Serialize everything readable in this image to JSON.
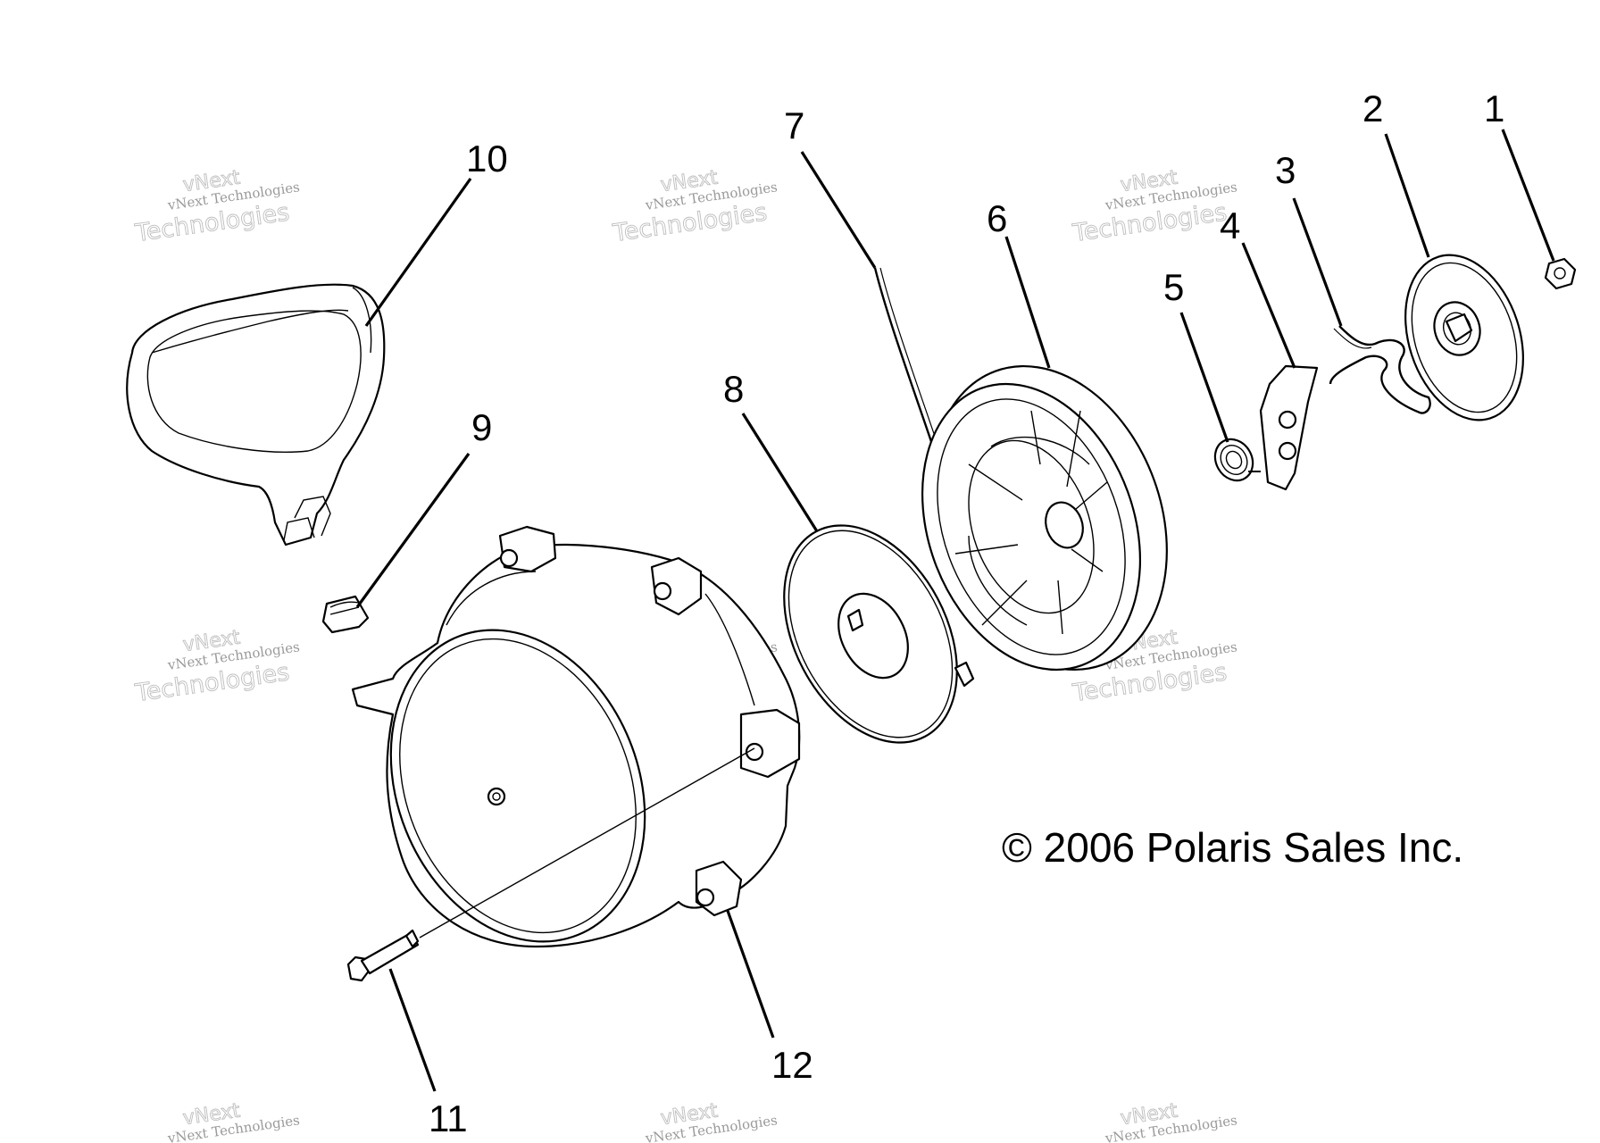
{
  "callouts": {
    "c1": "1",
    "c2": "2",
    "c3": "3",
    "c4": "4",
    "c5": "5",
    "c6": "6",
    "c7": "7",
    "c8": "8",
    "c9": "9",
    "c10": "10",
    "c11": "11",
    "c12": "12"
  },
  "copyright": "© 2006 Polaris Sales Inc.",
  "watermark": {
    "line1": "vNext",
    "line2": "vNext Technologies",
    "line3": "Technologies"
  }
}
